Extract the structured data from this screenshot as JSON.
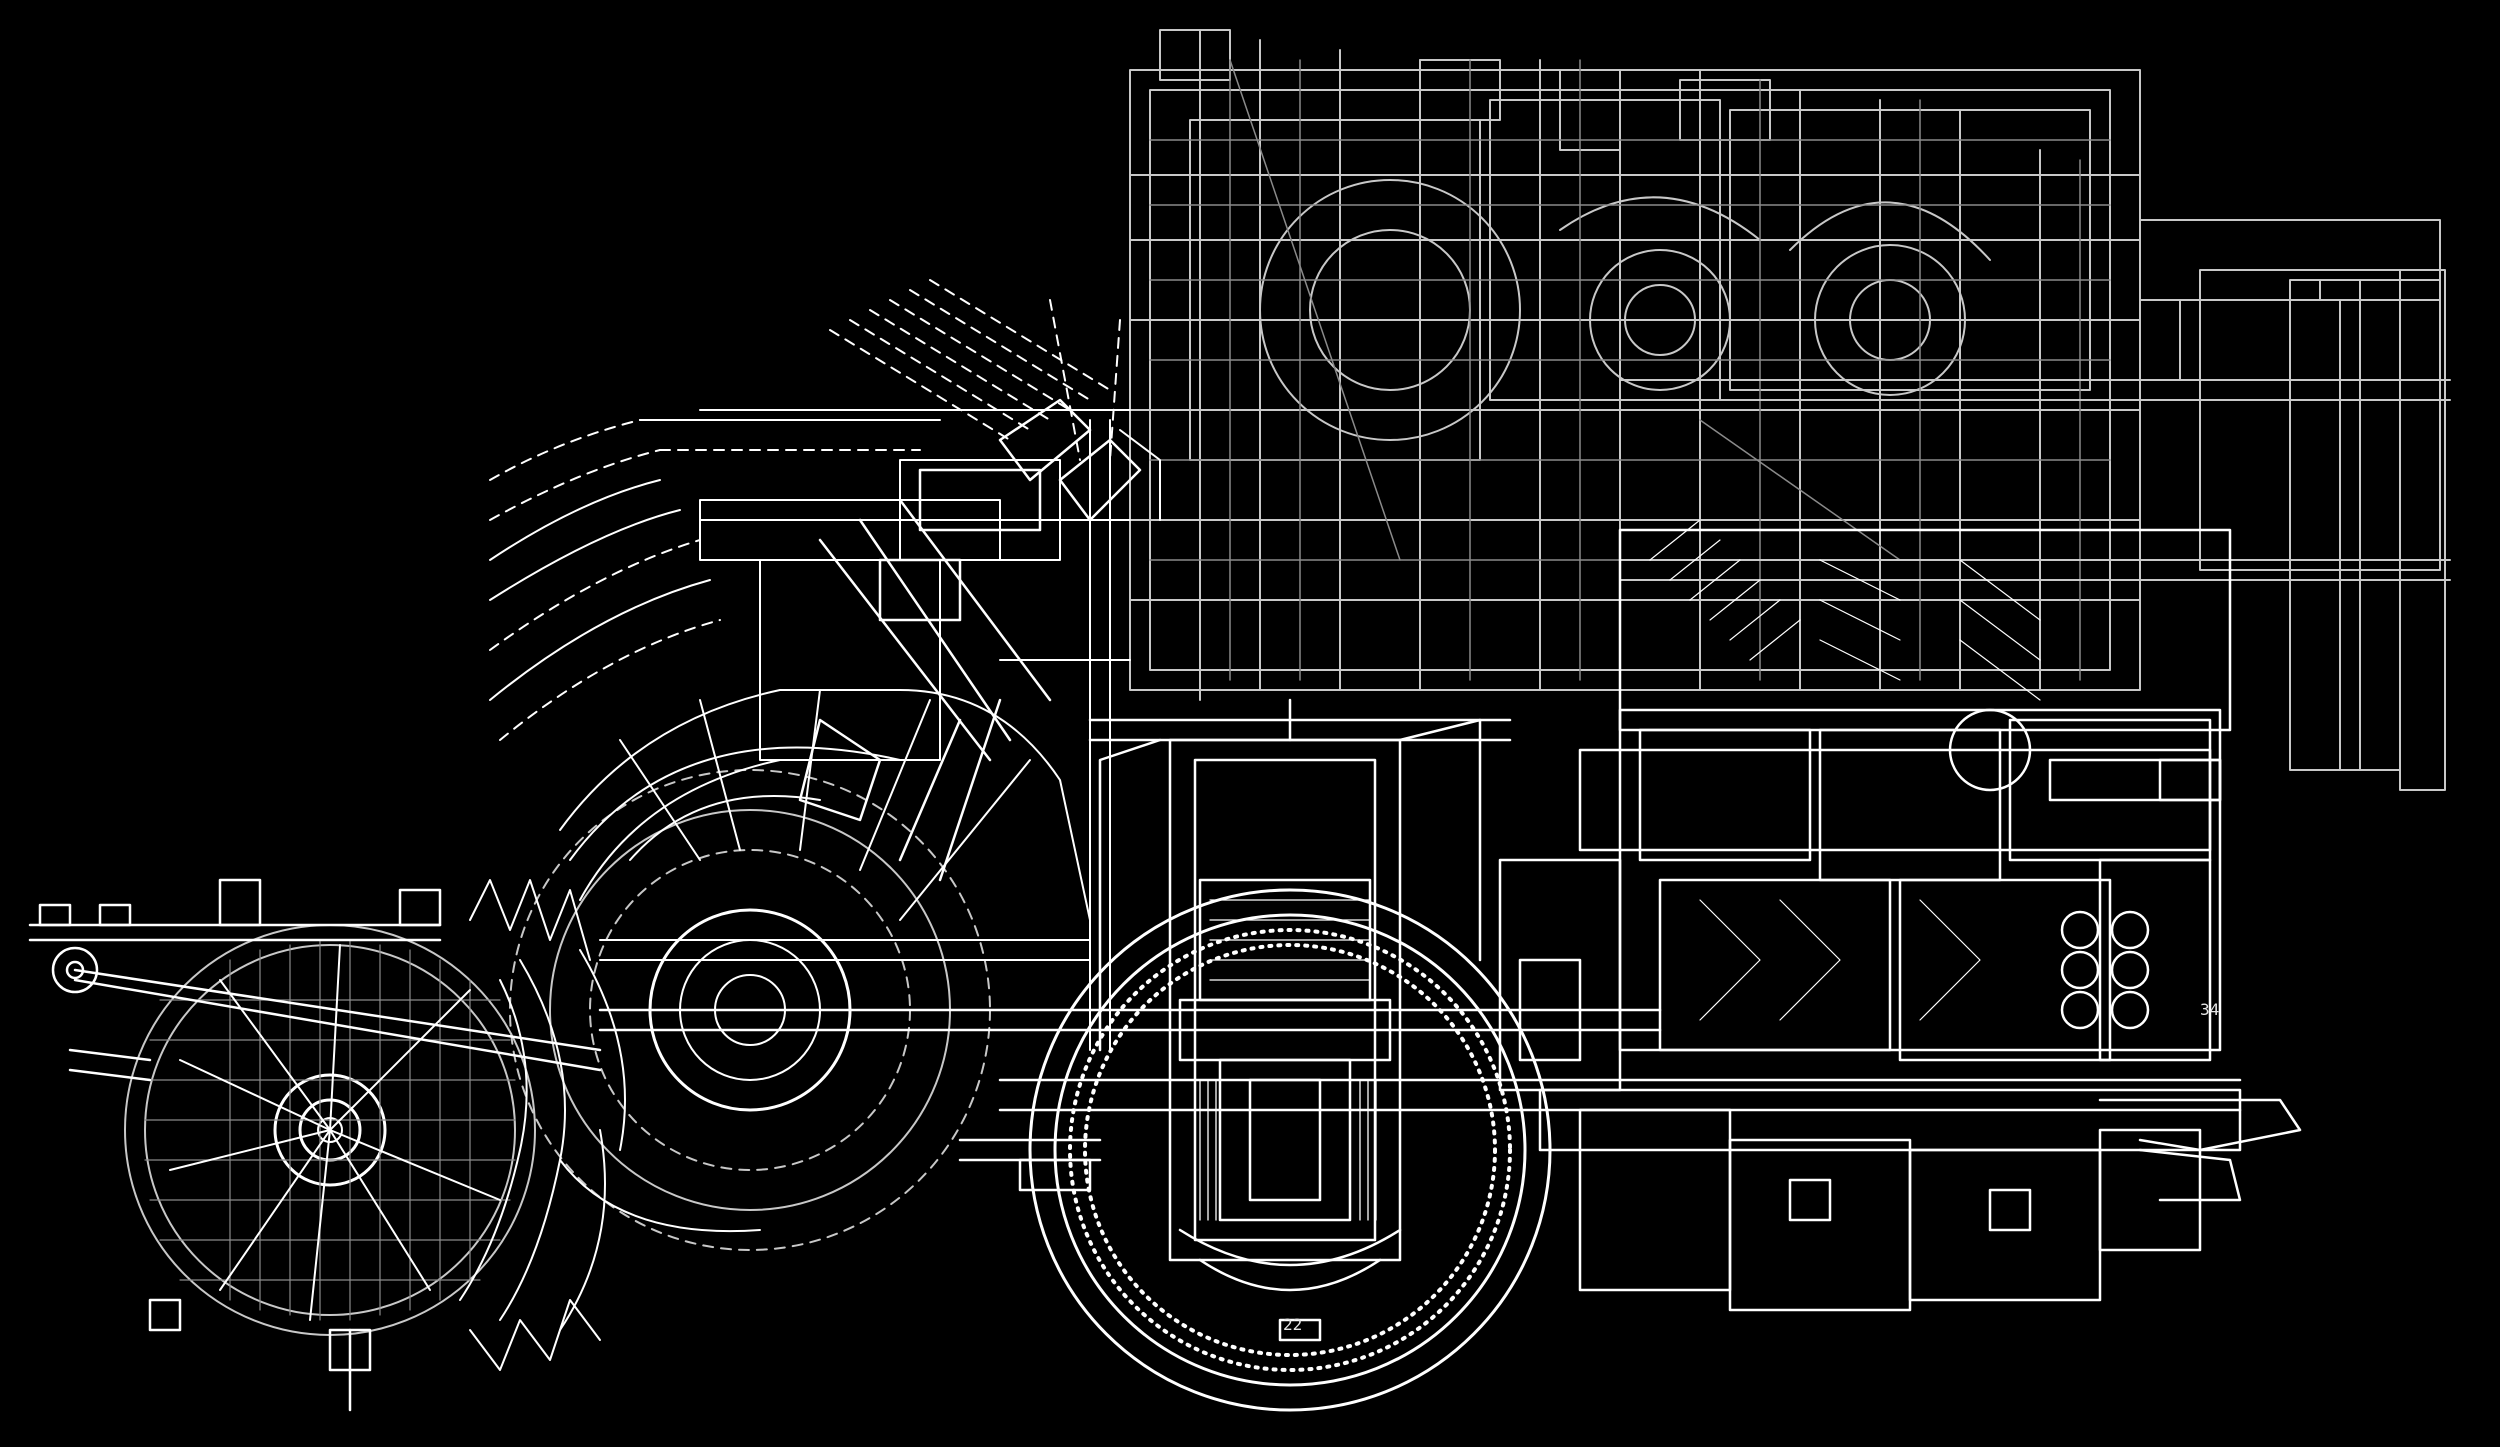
{
  "drawing": {
    "background": "#000000",
    "line_color": "#ffffff",
    "secondary_line_color": "#c8c8c8",
    "faint_line_color": "#8a8a8a",
    "small_marks": [
      {
        "id": "mark-1",
        "text": "34"
      },
      {
        "id": "mark-2",
        "text": "22"
      }
    ]
  }
}
